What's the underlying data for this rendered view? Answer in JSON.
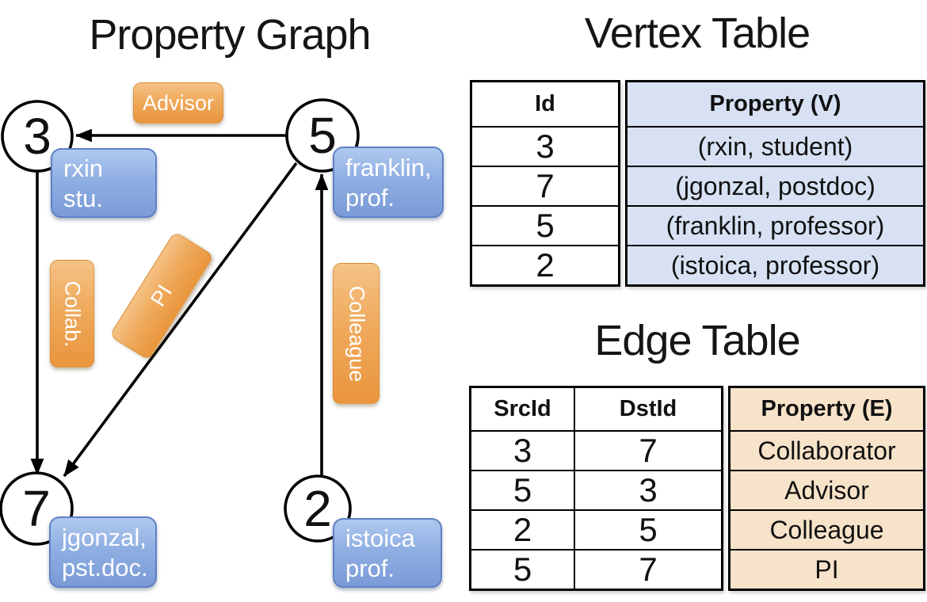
{
  "titles": {
    "graph": "Property Graph",
    "vertex_table": "Vertex Table",
    "edge_table": "Edge Table"
  },
  "graph": {
    "nodes": [
      {
        "id": "3"
      },
      {
        "id": "5"
      },
      {
        "id": "7"
      },
      {
        "id": "2"
      }
    ],
    "edge_labels": {
      "advisor": "Advisor",
      "collab": "Collab.",
      "pi": "PI",
      "colleague": "Colleague"
    },
    "vertex_labels": {
      "rxin": [
        "rxin",
        "stu."
      ],
      "franklin": [
        "franklin,",
        "prof."
      ],
      "jgonzal": [
        "jgonzal,",
        "pst.doc."
      ],
      "istoica": [
        "istoica",
        "prof."
      ]
    },
    "edges": [
      {
        "src": "5",
        "dst": "3",
        "label": "Advisor"
      },
      {
        "src": "3",
        "dst": "7",
        "label": "Collab."
      },
      {
        "src": "5",
        "dst": "7",
        "label": "PI"
      },
      {
        "src": "2",
        "dst": "5",
        "label": "Colleague"
      }
    ]
  },
  "vertex_table": {
    "columns": [
      "Id",
      "Property (V)"
    ],
    "rows": [
      [
        "3",
        "(rxin, student)"
      ],
      [
        "7",
        "(jgonzal, postdoc)"
      ],
      [
        "5",
        "(franklin, professor)"
      ],
      [
        "2",
        "(istoica, professor)"
      ]
    ]
  },
  "edge_table": {
    "columns": [
      "SrcId",
      "DstId",
      "Property (E)"
    ],
    "rows": [
      [
        "3",
        "7",
        "Collaborator"
      ],
      [
        "5",
        "3",
        "Advisor"
      ],
      [
        "2",
        "5",
        "Colleague"
      ],
      [
        "5",
        "7",
        "PI"
      ]
    ]
  },
  "colors": {
    "edge_label_orange": "#EC9E47",
    "vertex_label_blue": "#84A3DC",
    "vertex_property_fill": "#D7E1F3",
    "edge_property_fill": "#F7E3C9",
    "line_black": "#000000",
    "label_text_white": "#FFFFFF"
  }
}
